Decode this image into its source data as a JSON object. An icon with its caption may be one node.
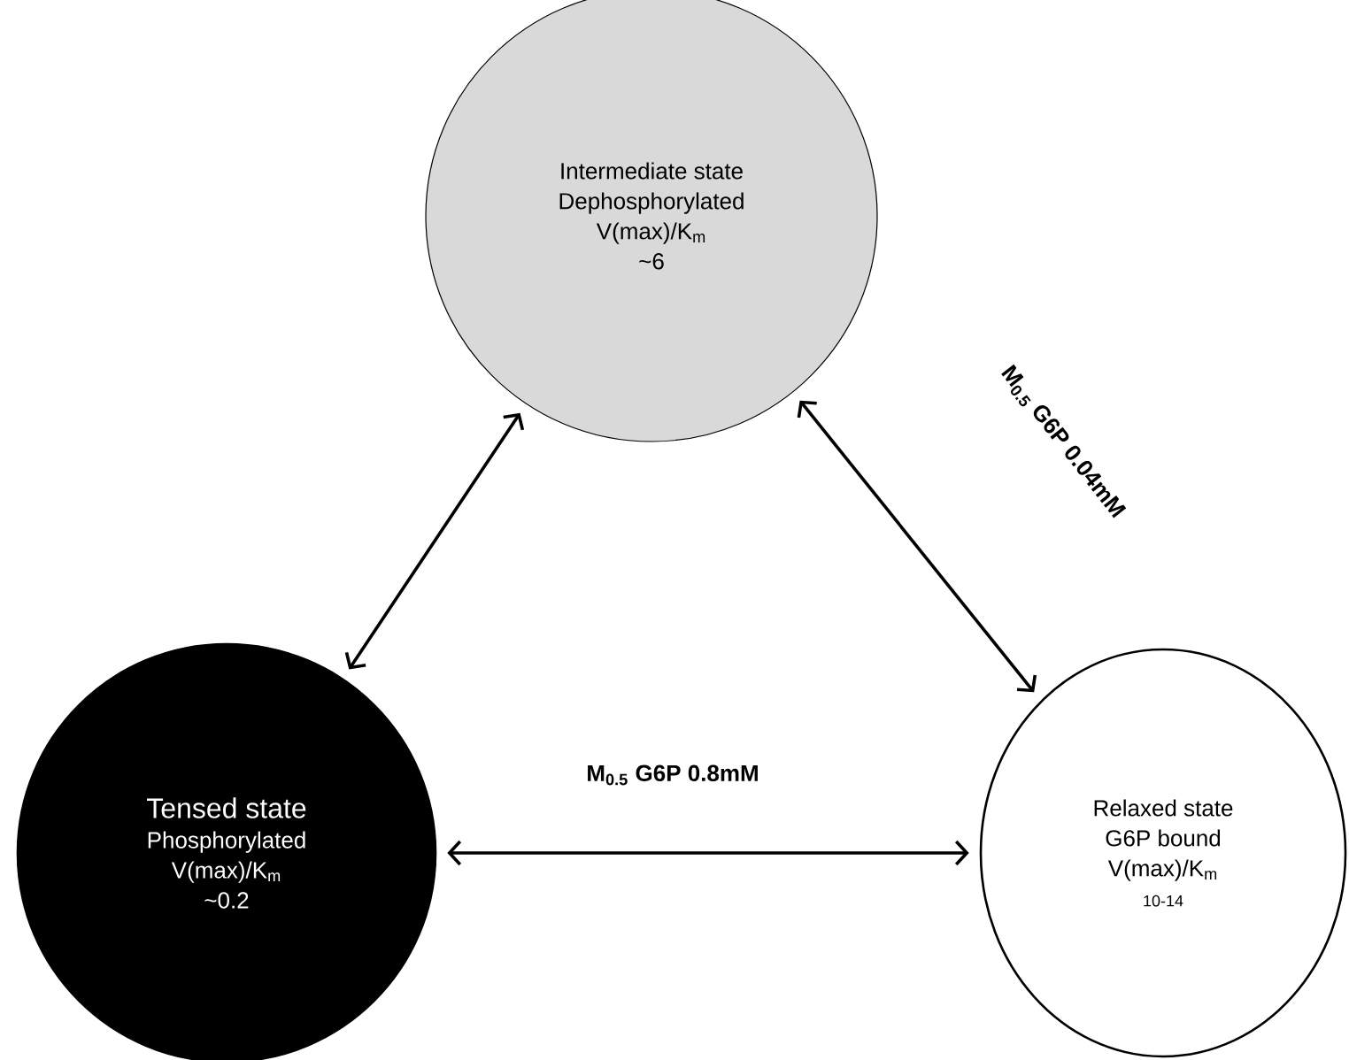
{
  "diagram": {
    "nodes": [
      {
        "text": [
          "Intermediate state",
          "Dephosphorylated",
          "V(max)/K$_{m}$",
          "~6"
        ]
      },
      {
        "text": [
          "Tensed state",
          "Phosphorylated",
          "V(max)/K$_{m}$",
          "~0.2"
        ]
      },
      {
        "text": [
          "Relaxed state",
          "G6P bound",
          "V(max)/K$_{m}$",
          "10-14"
        ]
      }
    ],
    "edges": [
      {
        "from": 1,
        "to": 0,
        "arrow": "both"
      },
      {
        "from": 1,
        "to": 2,
        "arrow": "both",
        "label": "M$_{0.5}$ G6P 0.8mM"
      },
      {
        "from": 0,
        "to": 2,
        "arrow": "both",
        "label": "M$_{0.5}$ G6P 0.04mM"
      }
    ]
  }
}
